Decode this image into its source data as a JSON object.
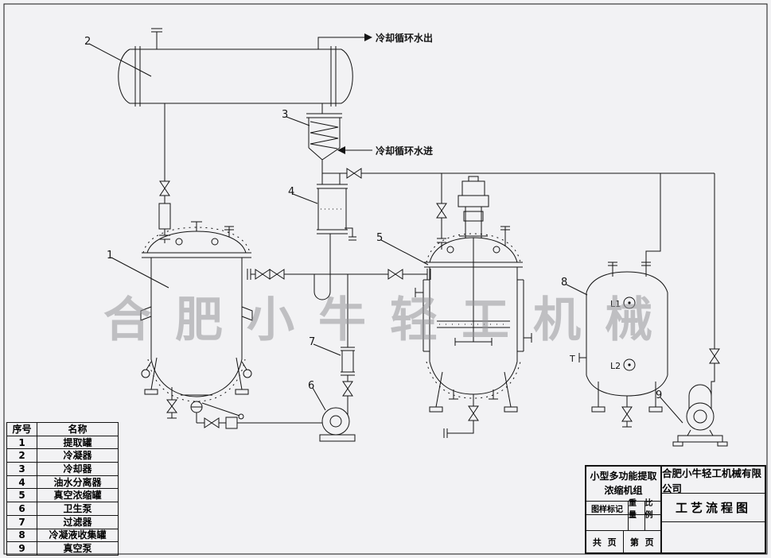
{
  "colors": {
    "paper": "#f2f2f4",
    "line": "#141414",
    "watermark": "#96969a"
  },
  "watermark": {
    "text": "合肥小牛轻工机械"
  },
  "flow_labels": {
    "cooling_water_out": "冷却循环水出",
    "cooling_water_in": "冷却循环水进"
  },
  "callouts": {
    "c1": "1",
    "c2": "2",
    "c3": "3",
    "c4": "4",
    "c5": "5",
    "c6": "6",
    "c7": "7",
    "c8": "8",
    "c9": "9"
  },
  "tank8_labels": {
    "l1": "L1",
    "l2": "L2",
    "t": "T"
  },
  "parts_table": {
    "headers": {
      "no": "序号",
      "name": "名称"
    },
    "rows": [
      {
        "no": "1",
        "name": "提取罐"
      },
      {
        "no": "2",
        "name": "冷凝器"
      },
      {
        "no": "3",
        "name": "冷却器"
      },
      {
        "no": "4",
        "name": "油水分离器"
      },
      {
        "no": "5",
        "name": "真空浓缩罐"
      },
      {
        "no": "6",
        "name": "卫生泵"
      },
      {
        "no": "7",
        "name": "过滤器"
      },
      {
        "no": "8",
        "name": "冷凝液收集罐"
      },
      {
        "no": "9",
        "name": "真空泵"
      }
    ]
  },
  "title_block": {
    "unit_name_line1": "小型多功能提取",
    "unit_name_line2": "浓缩机组",
    "company": "合肥小牛轻工机械有限公司",
    "drawing_name": "工艺流程图",
    "mark_label": "图样标记",
    "weight_label": "重量",
    "scale_label": "比例",
    "total_pages": "共  页",
    "page_no": "第  页"
  }
}
